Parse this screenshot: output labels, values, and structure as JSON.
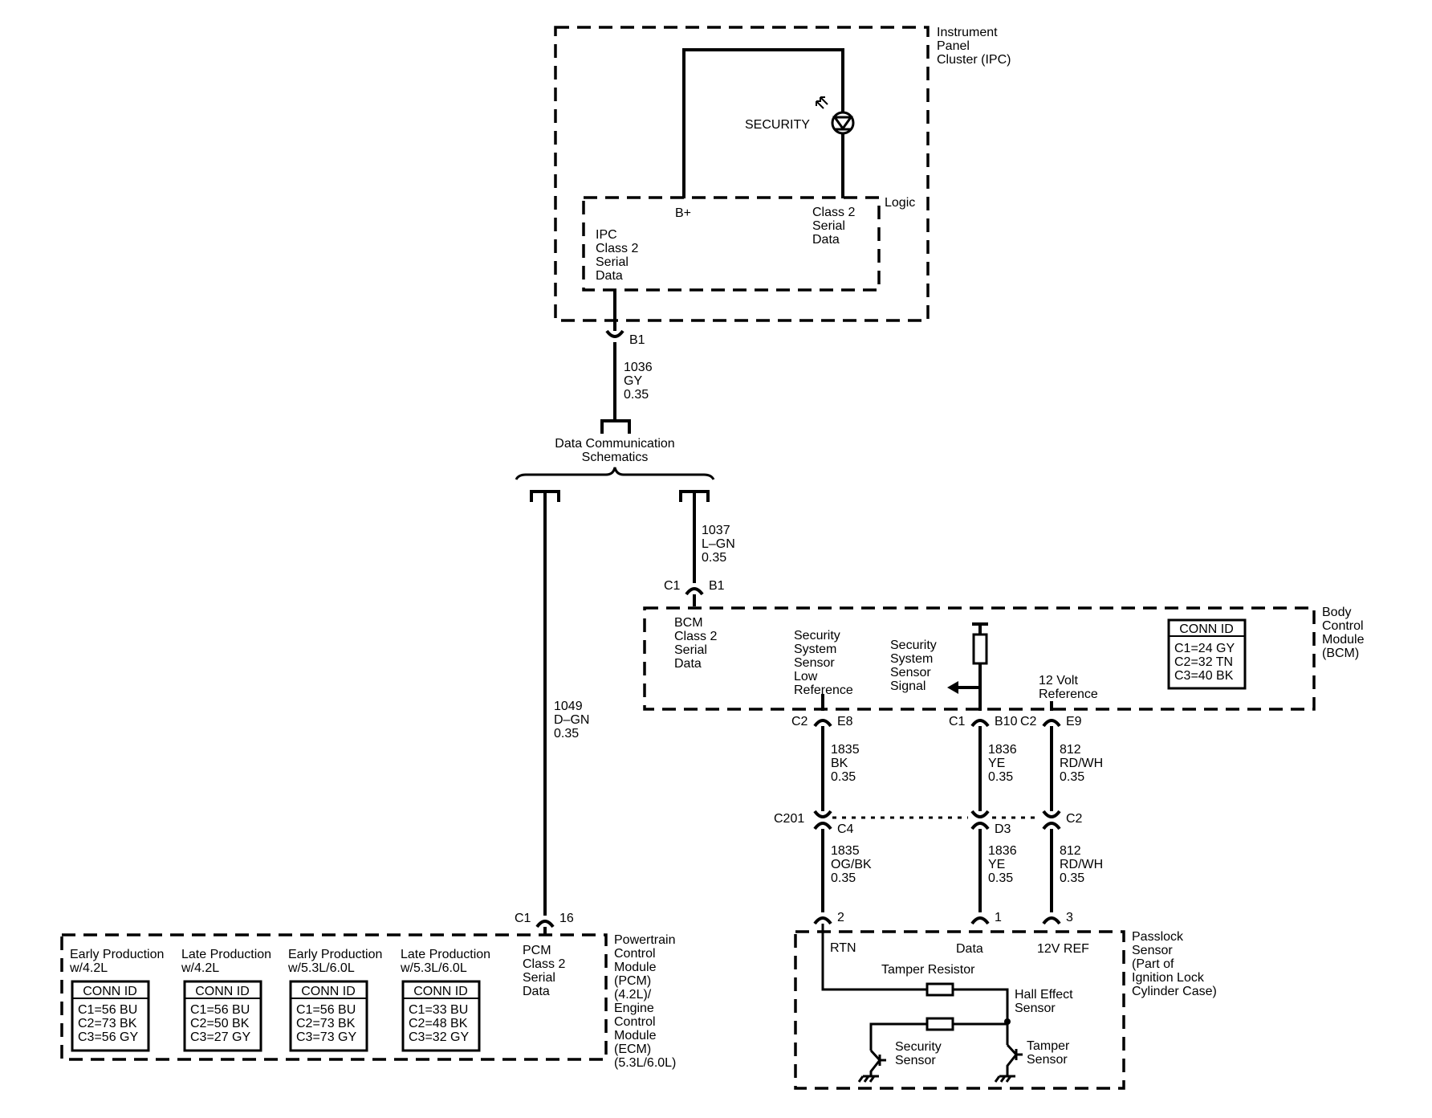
{
  "ipc": {
    "title": [
      "Instrument",
      "Panel",
      "Cluster (IPC)"
    ],
    "logic_label": "Logic",
    "security_label": "SECURITY",
    "bplus": "B+",
    "class2_lines": [
      "Class 2",
      "Serial",
      "Data"
    ],
    "ipc_data_lines": [
      "IPC",
      "Class 2",
      "Serial",
      "Data"
    ],
    "connector": "B1"
  },
  "wire_1036": [
    "1036",
    "GY",
    "0.35"
  ],
  "data_comm": [
    "Data Communication",
    "Schematics"
  ],
  "wire_1037": [
    "1037",
    "L–GN",
    "0.35"
  ],
  "wire_1049": [
    "1049",
    "D–GN",
    "0.35"
  ],
  "bcm": {
    "title": [
      "Body",
      "Control",
      "Module",
      "(BCM)"
    ],
    "conn_c1": "C1",
    "conn_b1": "B1",
    "data_lines": [
      "BCM",
      "Class 2",
      "Serial",
      "Data"
    ],
    "low_ref": [
      "Security",
      "System",
      "Sensor",
      "Low",
      "Reference"
    ],
    "signal": [
      "Security",
      "System",
      "Sensor",
      "Signal"
    ],
    "ref12": [
      "12 Volt",
      "Reference"
    ],
    "conn_id": {
      "header": "CONN ID",
      "rows": [
        "C1=24 GY",
        "C2=32 TN",
        "C3=40 BK"
      ]
    }
  },
  "bcm_pins": [
    {
      "conn": "C2",
      "pin": "E8"
    },
    {
      "conn": "C1",
      "pin": "B10"
    },
    {
      "conn": "C2",
      "pin": "E9"
    }
  ],
  "upper_wires": [
    [
      "1835",
      "BK",
      "0.35"
    ],
    [
      "1836",
      "YE",
      "0.35"
    ],
    [
      "812",
      "RD/WH",
      "0.35"
    ]
  ],
  "c201": {
    "label": "C201",
    "pins": [
      "C4",
      "D3",
      "C2"
    ]
  },
  "lower_wires": [
    [
      "1835",
      "OG/BK",
      "0.35"
    ],
    [
      "1836",
      "YE",
      "0.35"
    ],
    [
      "812",
      "RD/WH",
      "0.35"
    ]
  ],
  "passlock": {
    "title": [
      "Passlock",
      "Sensor",
      "(Part of",
      "Ignition Lock",
      "Cylinder Case)"
    ],
    "pins": [
      "2",
      "1",
      "3"
    ],
    "pin_labels": [
      "RTN",
      "Data",
      "12V REF"
    ],
    "tamper_resistor": "Tamper Resistor",
    "hall": [
      "Hall Effect",
      "Sensor"
    ],
    "security_sensor": [
      "Security",
      "Sensor"
    ],
    "tamper_sensor": [
      "Tamper",
      "Sensor"
    ]
  },
  "pcm": {
    "conn": "C1",
    "pin": "16",
    "data_lines": [
      "PCM",
      "Class 2",
      "Serial",
      "Data"
    ],
    "title": [
      "Powertrain",
      "Control",
      "Module",
      "(PCM)",
      "(4.2L)/",
      "Engine",
      "Control",
      "Module",
      "(ECM)",
      "(5.3L/6.0L)"
    ],
    "variants": [
      {
        "title": [
          "Early Production",
          "w/4.2L"
        ],
        "header": "CONN ID",
        "rows": [
          "C1=56 BU",
          "C2=73 BK",
          "C3=56 GY"
        ]
      },
      {
        "title": [
          "Late Production",
          "w/4.2L"
        ],
        "header": "CONN ID",
        "rows": [
          "C1=56 BU",
          "C2=50 BK",
          "C3=27 GY"
        ]
      },
      {
        "title": [
          "Early Production",
          "w/5.3L/6.0L"
        ],
        "header": "CONN ID",
        "rows": [
          "C1=56 BU",
          "C2=73 BK",
          "C3=73 GY"
        ]
      },
      {
        "title": [
          "Late Production",
          "w/5.3L/6.0L"
        ],
        "header": "CONN ID",
        "rows": [
          "C1=33 BU",
          "C2=48 BK",
          "C3=32 GY"
        ]
      }
    ]
  }
}
